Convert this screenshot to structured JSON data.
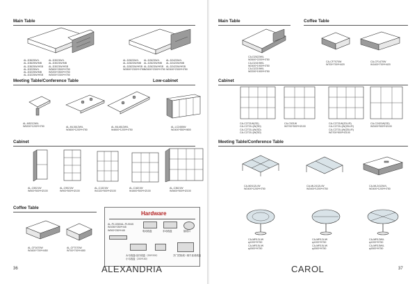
{
  "left_page": {
    "page_number": "36",
    "brand": "ALEXANDRIA",
    "sections": {
      "main_table": "Main Table",
      "meeting_table": "Meeting Table/Conference Table",
      "low_cabinet": "Low-cabinet",
      "cabinet": "Cabinet",
      "coffee_table": "Coffee Table"
    },
    "main_table_caps": {
      "a1": [
        "AL-D3625W/L",
        "AL-D3625W/MB",
        "AL-D3625W/HSB",
        "W3600*2500*H750"
      ],
      "a2": [
        "AL-D3225W/L",
        "AL-D3225W/MB",
        "AL-D3225W/HSB",
        "W3200*2500*H750"
      ],
      "a3": [
        "AL-D3023W/L",
        "AL-D3023W/MB",
        "AL-D3023W/HSB",
        "W3000*2300*H750"
      ],
      "b1": [
        "AL-D2823W/L",
        "AL-D2823W/MB",
        "AL-D2823W/HSB",
        "W2800*2300*H750"
      ],
      "b2": [
        "AL-D2623W/L",
        "AL-D2623W/MB",
        "AL-D2623W/HSB",
        "W2600*2300*H750"
      ],
      "b3": [
        "AL-D2423W/L",
        "AL-D2423W/MB",
        "AL-D2423W/HSB",
        "W2400*2300*H750"
      ]
    },
    "meeting_caps": {
      "m1": [
        "AL-M5212W/L",
        "W5200*1200*H750"
      ],
      "m2": [
        "AL-ML3612W/L",
        "W3600*1200*H750"
      ],
      "m3": [
        "AL-ML4812W/L",
        "W4800*1200*H750"
      ],
      "lc": [
        "AL-LC2455W",
        "W2400*550*H800"
      ]
    },
    "cabinet_caps": {
      "c1": [
        "AL-C5021W",
        "W500*500*H2100"
      ],
      "c2": [
        "AL-C9021W",
        "W900*500*H2100"
      ],
      "c3": [
        "AL-C1321W",
        "W1320*500*H2100"
      ],
      "c4": [
        "AL-C1821W",
        "W1800*500*H2100"
      ],
      "c5": [
        "AL-C3621W",
        "W3600*500*H2100"
      ]
    },
    "coffee_caps": {
      "t1": [
        "AL-CF1670W",
        "W1600*700*H450"
      ],
      "t2": [
        "AL-CF7070W",
        "W700*700*H450"
      ]
    },
    "hardware": {
      "title": "Hardware",
      "code": "AL-PL1050/AL-PL9045",
      "dims": [
        "W1050*250*H45",
        "W900*250*H45"
      ],
      "labels": {
        "h1": "电动线盒",
        "h2": "手动线盒",
        "h3": "接线口",
        "h4": "大弓线盒/出口线盒（200*200）",
        "h5": "小弓线盒（200*150）",
        "h6": "万门式柜线 / 用于走线线盒"
      }
    }
  },
  "right_page": {
    "page_number": "37",
    "brand": "CAROL",
    "sections": {
      "main_table": "Main Table",
      "coffee_table": "Coffee Table",
      "cabinet": "Cabinet",
      "meeting_table": "Meeting Table/Conference Table"
    },
    "main_caps": {
      "d1": [
        "CA-D2622W/L",
        "W2600*2200*H750",
        "CA-D2419W/L",
        "W2400*1900*H750",
        "CA-D2219W/L",
        "W2200*1900*H750"
      ]
    },
    "coffee_caps": {
      "f1": [
        "CA-CF7070W",
        "W700*700*H420"
      ],
      "f2": [
        "CA-CF1470W",
        "W1400*700*H420"
      ]
    },
    "cabinet_caps": {
      "k1": [
        "CA-C2721W(SD)",
        "CA-C2721L(W(SD)",
        "CA-C2721L(W(SD)",
        "CA-C2721L(W(SD)"
      ],
      "k2": [
        "CA-C921W",
        "W2700*500*H2100"
      ],
      "k3": [
        "CA-C2721W(2DL/R)",
        "CA-C2721L(W(2DL/R)",
        "CA-C2721L(W(2DL/R)",
        "W2700*500*H2100"
      ],
      "k4": [
        "CA-C2421W(SD)",
        "W2400*500*H2100"
      ]
    },
    "meeting_caps": {
      "m1": [
        "CA-M2412L/W",
        "W2400*1200*H750"
      ],
      "m2": [
        "CA-ML2412L/W",
        "W2400*1200*H750"
      ],
      "m3": [
        "CA-ML2412W/L",
        "W2400*1200*H750"
      ],
      "r1": [
        "CA-MR12L/W",
        "φ1200*H750",
        "CA-MR15L/W",
        "φ1500*H750"
      ],
      "r2": [
        "CA-MR12L/W",
        "φ1200*H750",
        "CA-MR15L/W",
        "φ1500*H750"
      ],
      "r3": [
        "CA-MR12W/L",
        "φ1200*H750",
        "CA-MR15W/L",
        "φ1500*H750"
      ]
    }
  }
}
